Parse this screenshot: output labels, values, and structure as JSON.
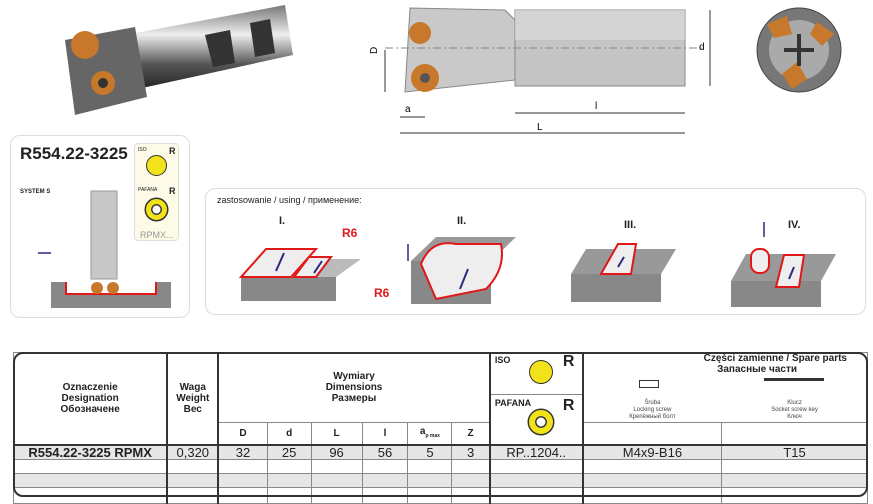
{
  "drawing": {
    "dim_D": "D",
    "dim_d": "d",
    "dim_a": "a",
    "dim_l": "l",
    "dim_L": "L"
  },
  "product": {
    "code": "R554.22-3225",
    "system": "SYSTEM S",
    "iso_label": "ISO",
    "iso_shape": "R",
    "pafana_label": "PAFANA",
    "pafana_shape": "R",
    "insert": "RPMX..."
  },
  "usage": {
    "title": "zastosowanie / using / применение:",
    "cases": [
      "I.",
      "II.",
      "III.",
      "IV."
    ],
    "radius_label": "R6"
  },
  "table": {
    "designation": [
      "Oznaczenie",
      "Designation",
      "Обозначене"
    ],
    "weight": [
      "Waga",
      "Weight",
      "Вес"
    ],
    "dimensions": [
      "Wymiary",
      "Dimensions",
      "Размеры"
    ],
    "dim_cols": [
      "D",
      "d",
      "L",
      "l",
      "a",
      "Z"
    ],
    "ap_sub": "p max",
    "iso_label": "ISO",
    "iso_shape": "R",
    "pafana_label": "PAFANA",
    "pafana_shape": "R",
    "spare_title": "Części   zamienne   /   Spare   parts",
    "spare_title_ru": "Запасные   части",
    "screw": [
      "Śruba",
      "Locking   screw",
      "Крепёжный   болт"
    ],
    "key": [
      "Klucz",
      "Socket   screw   key",
      "Ключ"
    ],
    "row": {
      "designation": "R554.22-3225 RPMX",
      "weight": "0,320",
      "D": "32",
      "d": "25",
      "L": "96",
      "l": "56",
      "ap": "5",
      "Z": "3",
      "insert": "RP..1204..",
      "screw": "M4x9-B16",
      "key": "T15"
    }
  },
  "colors": {
    "insert_yellow": "#f2e21a",
    "red": "#e01818",
    "arrow": "#2a2a80",
    "orange": "#c8782a"
  }
}
